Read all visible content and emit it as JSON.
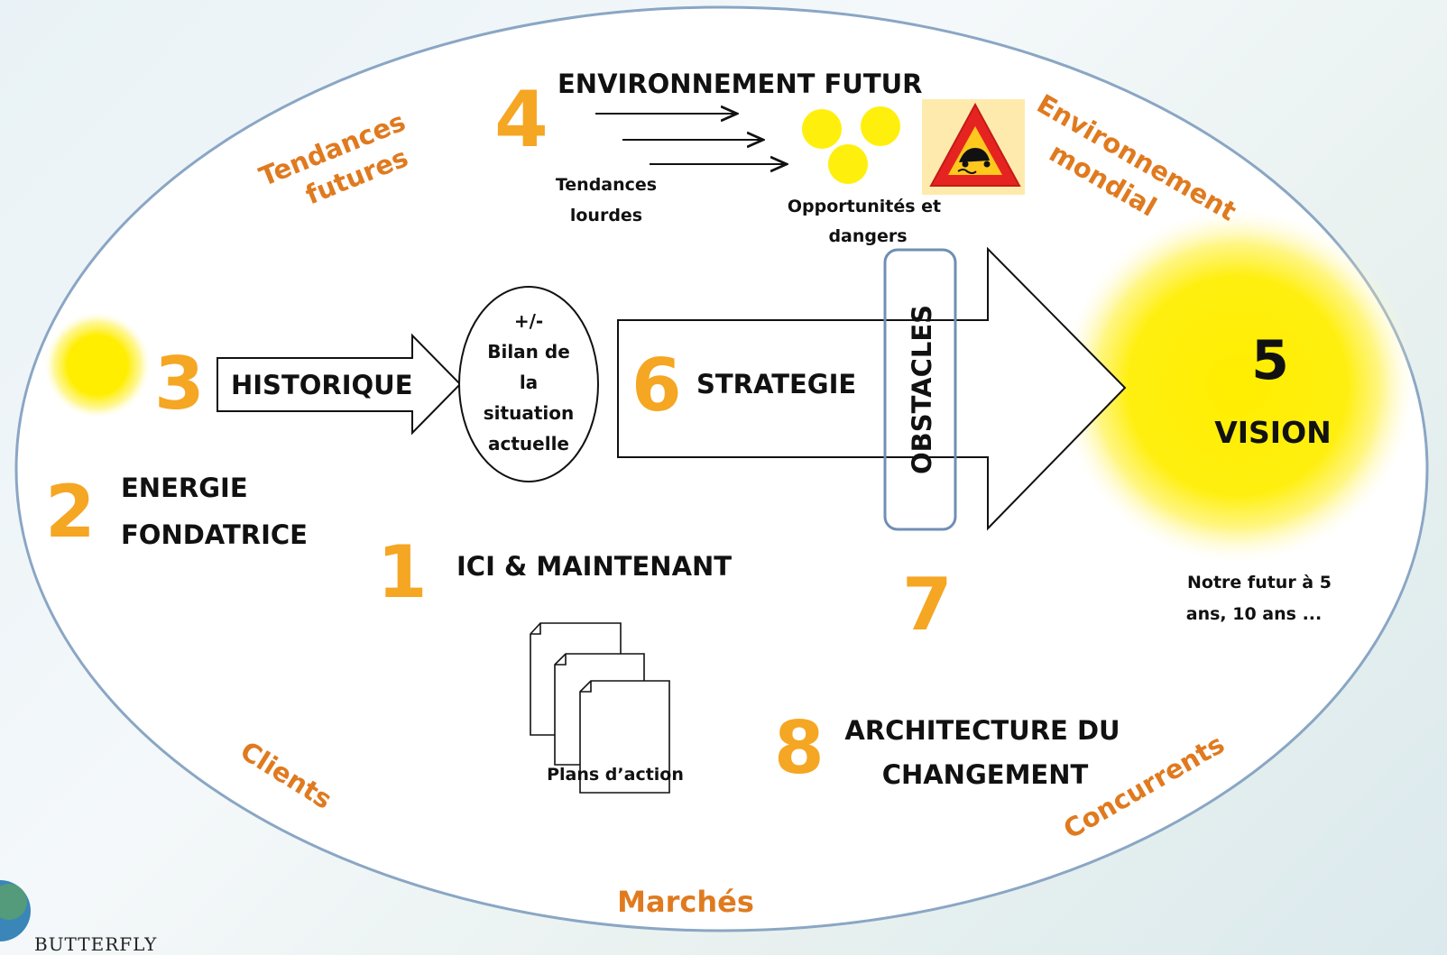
{
  "corners": {
    "top_left": [
      "Tendances",
      "futures"
    ],
    "top_right": [
      "Environnement",
      "mondial"
    ],
    "bottom_left": "Clients",
    "bottom_center": "Marchés",
    "bottom_right": "Concurrents"
  },
  "future_env": {
    "number": "4",
    "title": "ENVIRONNEMENT FUTUR",
    "trends_label": [
      "Tendances",
      "lourdes"
    ],
    "opportunities_label": [
      "Opportunités et",
      "dangers"
    ]
  },
  "historique": {
    "number": "3",
    "label": "HISTORIQUE"
  },
  "bilan": [
    "+/-",
    "Bilan de",
    "la",
    "situation",
    "actuelle"
  ],
  "strategie": {
    "number": "6",
    "label": "STRATEGIE"
  },
  "obstacles": {
    "label": "OBSTACLES",
    "number": "7"
  },
  "vision": {
    "number": "5",
    "label": "VISION",
    "caption": [
      "Notre futur à 5",
      "ans, 10 ans ..."
    ]
  },
  "energie": {
    "number": "2",
    "label": [
      "ENERGIE",
      "FONDATRICE"
    ]
  },
  "ici": {
    "number": "1",
    "label": "ICI & MAINTENANT"
  },
  "plans": {
    "label": "Plans d’action"
  },
  "architecture": {
    "number": "8",
    "label": [
      "ARCHITECTURE DU",
      "CHANGEMENT"
    ]
  },
  "brand": "BUTTERFLY",
  "colors": {
    "orange_text": "#e07a1f",
    "number_orange": "#f5a623",
    "sun_yellow": "#ffee00",
    "obstacle_border": "#6f8fb3",
    "ellipse_border": "#8aa6c4"
  },
  "icons": {
    "warning": "slippery-road-warning-icon",
    "documents": "action-plan-documents-icon"
  }
}
